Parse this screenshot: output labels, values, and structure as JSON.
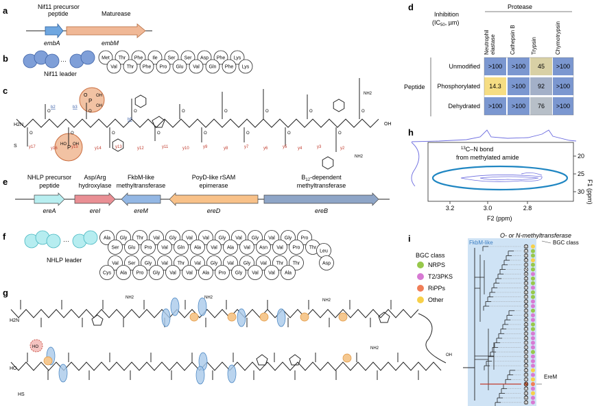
{
  "panels": {
    "a": {
      "label": "a",
      "gene_left_title": "Nif11 precursor\npeptide",
      "gene_right_title": "Maturease",
      "gene_left": "embA",
      "gene_right": "embM"
    },
    "b": {
      "label": "b",
      "leader_label": "Nif11 leader",
      "row_top": [
        "Met",
        "Thr",
        "Phe",
        "Ile",
        "Ser",
        "Ser",
        "Asp",
        "Phe",
        "Lys"
      ],
      "row_bottom": [
        "Val",
        "Thr",
        "Phe",
        "Pro",
        "Glu",
        "Val",
        "Gln",
        "Phe",
        "Lys"
      ]
    },
    "c": {
      "label": "c",
      "b_ions": [
        "b2",
        "b3",
        "b5"
      ],
      "y_ions": [
        "y17",
        "y16",
        "y15",
        "y14",
        "y13",
        "y12",
        "y11",
        "y10",
        "y9",
        "y8",
        "y7",
        "y6",
        "y5",
        "y4",
        "y3",
        "y2"
      ]
    },
    "d": {
      "label": "d",
      "inhibition_label": "Inhibition\n(IC50, µm)",
      "protease_label": "Protease",
      "columns": [
        "Neutrophil\nelastase",
        "Cathepsin B",
        "Trypsin",
        "Chymotrypsin"
      ],
      "row_group_label": "Peptide",
      "rows": [
        {
          "name": "Unmodified",
          "values": [
            ">100",
            ">100",
            "45",
            ">100"
          ],
          "colors": [
            "#7b97d0",
            "#7b97d0",
            "#d8d0a5",
            "#7b97d0"
          ]
        },
        {
          "name": "Phosphorylated",
          "values": [
            "14.3",
            ">100",
            "92",
            ">100"
          ],
          "colors": [
            "#f6dd83",
            "#7b97d0",
            "#a3b0c8",
            "#7b97d0"
          ]
        },
        {
          "name": "Dehydrated",
          "values": [
            ">100",
            ">100",
            "76",
            ">100"
          ],
          "colors": [
            "#7b97d0",
            "#7b97d0",
            "#b7bfc8",
            "#7b97d0"
          ]
        }
      ]
    },
    "e": {
      "label": "e",
      "gene_titles": [
        "NHLP precursor\npeptide",
        "Asp/Arg\nhydroxylase",
        "FkbM-like\nmethyltransferase",
        "PoyD-like rSAM\nepimerase",
        "B12-dependent\nmethyltransferase"
      ],
      "genes": [
        "ereA",
        "ereI",
        "ereM",
        "ereD",
        "ereB"
      ],
      "colors": [
        "#b8eef0",
        "#e98f94",
        "#93b7e4",
        "#f8c189",
        "#8ea5c7"
      ]
    },
    "f": {
      "label": "f",
      "leader_label": "NHLP leader",
      "row1": [
        "Ala",
        "Gly",
        "Thr",
        "Val",
        "Gly",
        "Val",
        "Val",
        "Gly",
        "Val",
        "Gly"
      ],
      "row1b": [
        "Ser",
        "Glu",
        "Pro",
        "Val",
        "Gln",
        "Ala",
        "Val",
        "Ala",
        "Val",
        "Asn",
        "Val",
        "Pro",
        "Thr"
      ],
      "row2": [
        "Val",
        "Ser",
        "Gly",
        "Val",
        "Thr",
        "Val",
        "Gly",
        "Val",
        "Gly",
        "Val",
        "Thr",
        "Leu"
      ],
      "row2b": [
        "Cys",
        "Ala",
        "Pro",
        "Gly",
        "Val",
        "Val",
        "Ala",
        "Pro",
        "Gly",
        "Val",
        "Val",
        "Asp"
      ]
    },
    "g": {
      "label": "g"
    },
    "h": {
      "label": "h",
      "annotation": "13C–N bond\nfrom methylated amide",
      "xlabel": "F2 (ppm)",
      "ylabel": "F1 (ppm)",
      "xticks": [
        "3.2",
        "3.0",
        "2.8"
      ],
      "yticks": [
        "20",
        "25",
        "30"
      ]
    },
    "i": {
      "label": "i",
      "title": "O- or N-methyltransferase",
      "clade_label": "FkbM-like",
      "legend_title": "BGC class",
      "bgc_class_label": "BGC class",
      "legend": [
        {
          "name": "NRPS",
          "color": "#97c84b"
        },
        {
          "name": "T2/3PKS",
          "color": "#d77ad3"
        },
        {
          "name": "RiPPs",
          "color": "#f07e57"
        },
        {
          "name": "Other",
          "color": "#f7d049"
        }
      ],
      "highlight_label": "EreM",
      "leaf_marks": [
        "O",
        "O",
        "O",
        "O",
        "O",
        "N",
        "O",
        "O",
        "O",
        "O",
        "O",
        "O",
        "O",
        "O",
        "O",
        "O",
        "O",
        "O",
        "O",
        "O",
        "O",
        "O",
        "O",
        "O",
        "O",
        "O",
        "O",
        "O",
        "O",
        "O",
        "N",
        "O",
        "O",
        "O",
        "O"
      ],
      "leaf_classes": [
        "Other",
        "NRPS",
        "NRPS",
        "Other",
        "NRPS",
        "NRPS",
        "T2/3PKS",
        "NRPS",
        "NRPS",
        "T2/3PKS",
        "NRPS",
        "NRPS",
        "T2/3PKS",
        "T2/3PKS",
        "NRPS",
        "T2/3PKS",
        "T2/3PKS",
        "NRPS",
        "NRPS",
        "T2/3PKS",
        "T2/3PKS",
        "T2/3PKS",
        "T2/3PKS",
        "NRPS",
        "T2/3PKS",
        "T2/3PKS",
        "T2/3PKS",
        "Other",
        "T2/3PKS",
        "Other",
        "RiPPs",
        "T2/3PKS",
        "Other",
        "T2/3PKS",
        "T2/3PKS"
      ]
    }
  }
}
